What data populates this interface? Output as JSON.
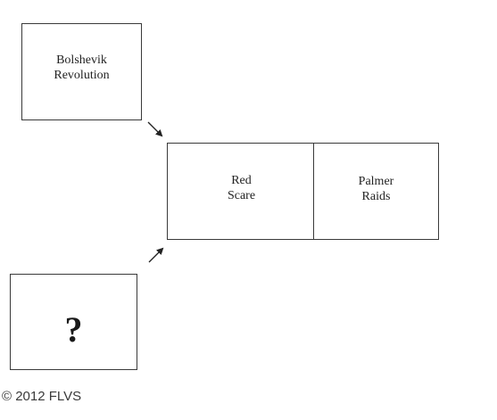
{
  "diagram": {
    "boxes": {
      "bolshevik": "Bolshevik\nRevolution",
      "red_scare": "Red\nScare",
      "palmer": "Palmer\nRaids",
      "unknown": "?"
    }
  },
  "footer": {
    "copyright": "© 2012 FLVS"
  },
  "colors": {
    "line": "#3a3a3a",
    "text": "#222222"
  }
}
